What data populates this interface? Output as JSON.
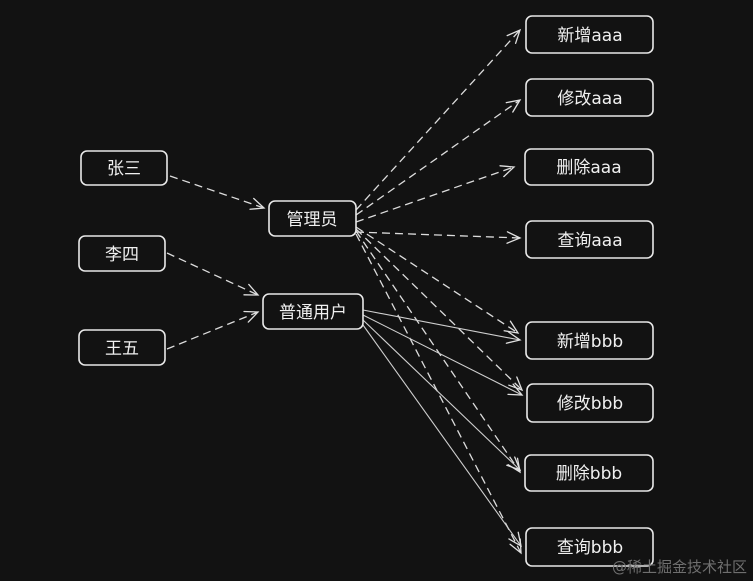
{
  "users": {
    "zhangsan": "张三",
    "lisi": "李四",
    "wangwu": "王五"
  },
  "roles": {
    "admin": "管理员",
    "normal": "普通用户"
  },
  "permissions": {
    "add_aaa": "新增aaa",
    "edit_aaa": "修改aaa",
    "delete_aaa": "删除aaa",
    "query_aaa": "查询aaa",
    "add_bbb": "新增bbb",
    "edit_bbb": "修改bbb",
    "delete_bbb": "删除bbb",
    "query_bbb": "查询bbb"
  },
  "watermark": "@稀土掘金技术社区",
  "colors": {
    "background": "#121212",
    "stroke": "#e8e8e8",
    "text": "#f0f0f0"
  }
}
